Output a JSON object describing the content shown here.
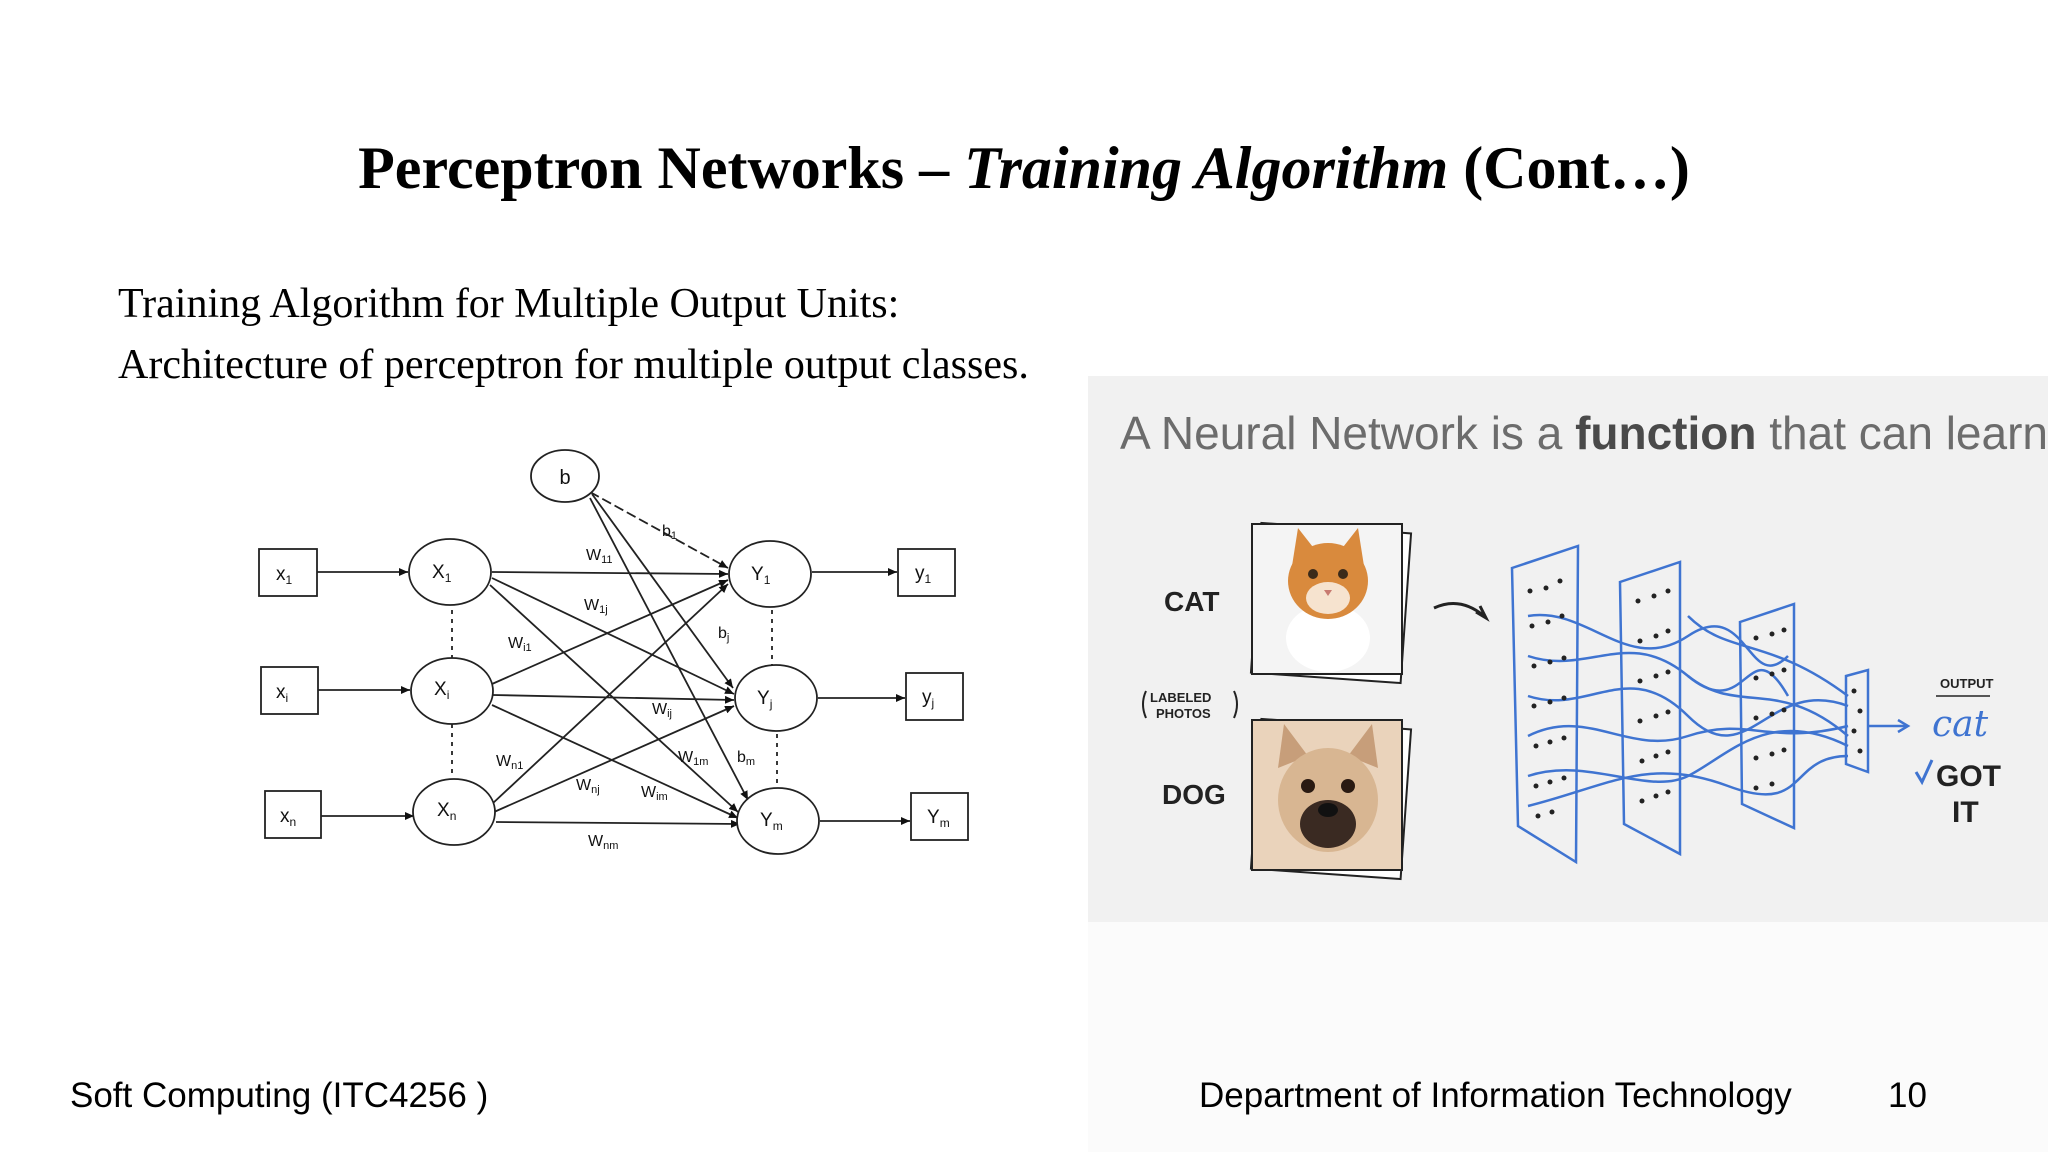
{
  "slide": {
    "title_part1": "Perceptron Networks – ",
    "title_italic": "Training Algorithm",
    "title_part2": " (Cont…)",
    "body_line1": "Training Algorithm for Multiple Output Units:",
    "body_line2": "Architecture of perceptron for multiple output classes."
  },
  "perceptron_diagram": {
    "bias": "b",
    "inputs": [
      "x",
      "x",
      "x"
    ],
    "input_subscripts": [
      "1",
      "i",
      "n"
    ],
    "input_units": [
      "X",
      "X",
      "X"
    ],
    "input_unit_subscripts": [
      "1",
      "i",
      "n"
    ],
    "output_units": [
      "Y",
      "Y",
      "Y"
    ],
    "output_unit_subscripts": [
      "1",
      "j",
      "m"
    ],
    "outputs": [
      "y",
      "y",
      "Y"
    ],
    "output_subscripts": [
      "1",
      "j",
      "m"
    ],
    "weights": [
      {
        "base": "W",
        "sub": "11"
      },
      {
        "base": "W",
        "sub": "1j"
      },
      {
        "base": "W",
        "sub": "i1"
      },
      {
        "base": "W",
        "sub": "ij"
      },
      {
        "base": "W",
        "sub": "n1"
      },
      {
        "base": "W",
        "sub": "nj"
      },
      {
        "base": "W",
        "sub": "1m"
      },
      {
        "base": "W",
        "sub": "im"
      },
      {
        "base": "W",
        "sub": "nm"
      }
    ],
    "bias_weights": [
      {
        "base": "b",
        "sub": "1"
      },
      {
        "base": "b",
        "sub": "j"
      },
      {
        "base": "b",
        "sub": "m"
      }
    ]
  },
  "nn_illustration": {
    "headline_pre": "A Neural Network is a ",
    "headline_bold": "function",
    "headline_post": " that can learn",
    "label_cat": "CAT",
    "label_labeled": "LABELED",
    "label_photos": "PHOTOS",
    "label_dog": "DOG",
    "label_output": "OUTPUT",
    "label_output_value": "cat",
    "label_got": "GOT",
    "label_it": "IT",
    "accent_color": "#3f74d1"
  },
  "footer": {
    "left": "Soft Computing (ITC4256 )",
    "right": "Department of Information Technology",
    "page": "10"
  }
}
